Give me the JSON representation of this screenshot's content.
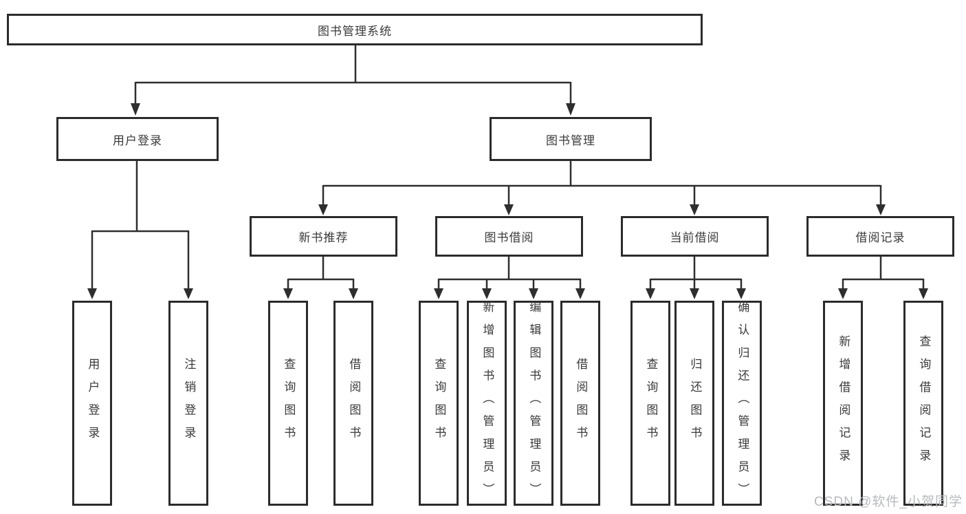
{
  "diagram": {
    "root": {
      "label": "图书管理系统"
    },
    "level2": [
      {
        "label": "用户登录"
      },
      {
        "label": "图书管理"
      }
    ],
    "level3": [
      {
        "label": "新书推荐"
      },
      {
        "label": "图书借阅"
      },
      {
        "label": "当前借阅"
      },
      {
        "label": "借阅记录"
      }
    ],
    "leaves": {
      "login": [
        {
          "label": "用户登录"
        },
        {
          "label": "注销登录"
        }
      ],
      "recommend": [
        {
          "label": "查询图书"
        },
        {
          "label": "借阅图书"
        }
      ],
      "borrow": [
        {
          "label": "查询图书"
        },
        {
          "label": "新增图书（管理员）"
        },
        {
          "label": "编辑图书（管理员）"
        },
        {
          "label": "借阅图书"
        }
      ],
      "current": [
        {
          "label": "查询图书"
        },
        {
          "label": "归还图书"
        },
        {
          "label": "确认归还（管理员）"
        }
      ],
      "records": [
        {
          "label": "新增借阅记录"
        },
        {
          "label": "查询借阅记录"
        }
      ]
    },
    "watermark": "CSDN @软件_小贺同学",
    "colors": {
      "line": "#2e2e2e",
      "box_border": "#2b2b2b",
      "text": "#3a3a3a",
      "watermark": "#b7babd",
      "background": "#ffffff"
    }
  }
}
